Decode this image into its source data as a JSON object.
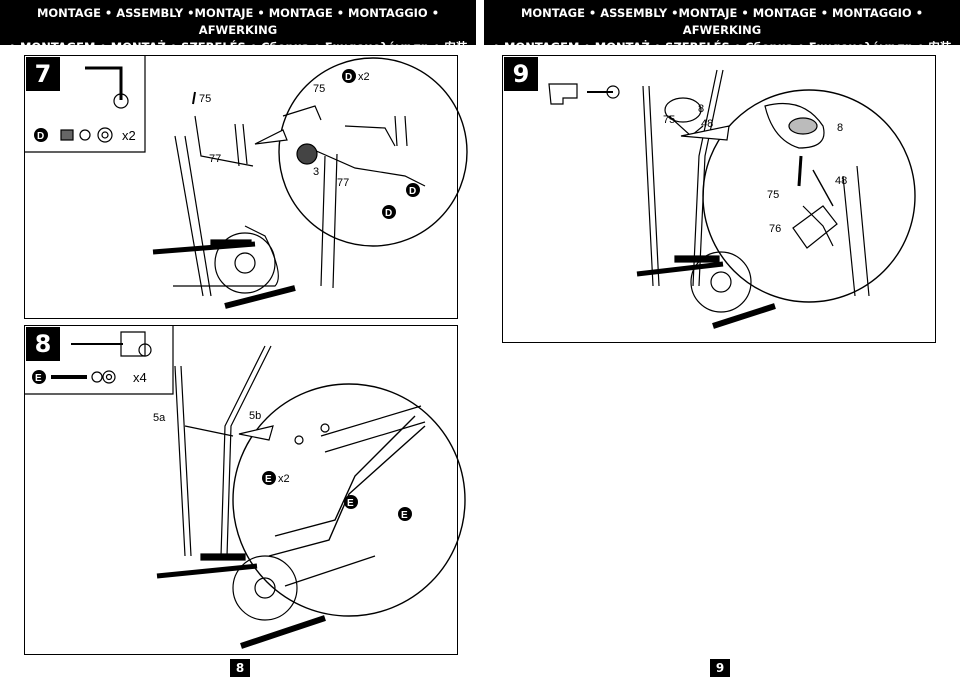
{
  "header": {
    "line1": "MONTAGE • ASSEMBLY •MONTAJE • MONTAGE • MONTAGGIO • AFWERKING",
    "line2": "• MONTAGEM • MONTAŻ • SZERELÉS • Сборка • Συναρμολόγηση • 安装"
  },
  "steps": {
    "s7": {
      "number": "7",
      "hardware_letter": "D",
      "hardware_qty": "x2",
      "callout_qty": "x2",
      "parts": [
        "75",
        "77",
        "3",
        "75",
        "77"
      ]
    },
    "s8": {
      "number": "8",
      "hardware_letter": "E",
      "hardware_qty": "x4",
      "callout_qty": "x2",
      "parts": [
        "5a",
        "5b"
      ]
    },
    "s9": {
      "number": "9",
      "parts": [
        "8",
        "75",
        "48",
        "8",
        "48",
        "75",
        "76"
      ]
    }
  },
  "pages": {
    "left": "8",
    "right": "9"
  }
}
